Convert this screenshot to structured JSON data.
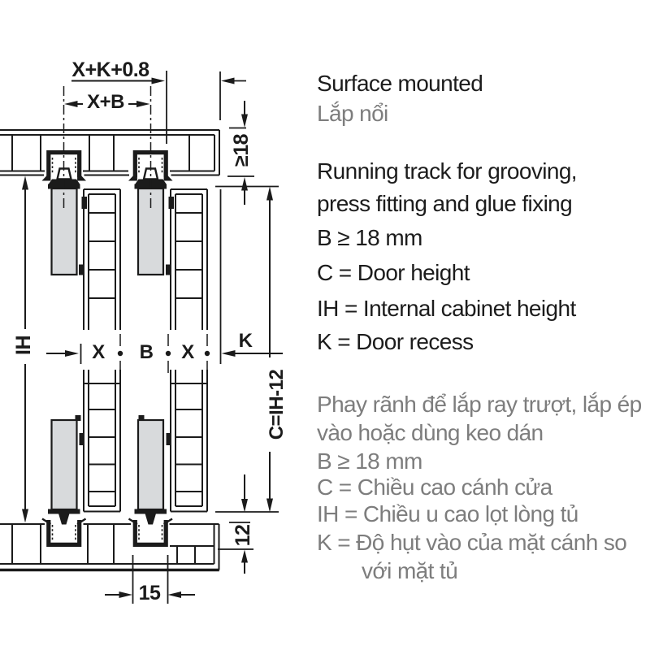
{
  "colors": {
    "line": "#1b1b1b",
    "door_fill": "#d8dadc",
    "muted_text": "#7d7d7d"
  },
  "dimension_labels": {
    "top_width": "X+K+0.8",
    "axis_distance": "X+B",
    "top_panel_thickness": "≥18",
    "internal_height": "IH",
    "gap_left": "X",
    "gap_center": "B",
    "gap_right": "X",
    "door_recess": "K",
    "door_height": "C=IH-12",
    "bottom_inset": "12",
    "track_width": "15"
  },
  "legend_english": {
    "heading": "Surface mounted",
    "note_line1": "Running track for grooving,",
    "note_line2": "press fitting and glue fixing",
    "spec_b": "B ≥ 18 mm",
    "spec_c": "C = Door height",
    "spec_ih": "IH = Internal cabinet height",
    "spec_k": "K = Door recess"
  },
  "legend_vietnamese": {
    "heading": "Lắp nổi",
    "note_line1": "Phay rãnh để lắp ray trượt, lắp ép",
    "note_line2": "vào hoặc dùng keo dán",
    "spec_b": "B ≥ 18 mm",
    "spec_c": "C = Chiều cao cánh cửa",
    "spec_ih": "IH = Chiều u cao lọt lòng tủ",
    "spec_k_line1": "K = Độ hụt vào của mặt cánh so",
    "spec_k_line2": "với mặt tủ"
  }
}
